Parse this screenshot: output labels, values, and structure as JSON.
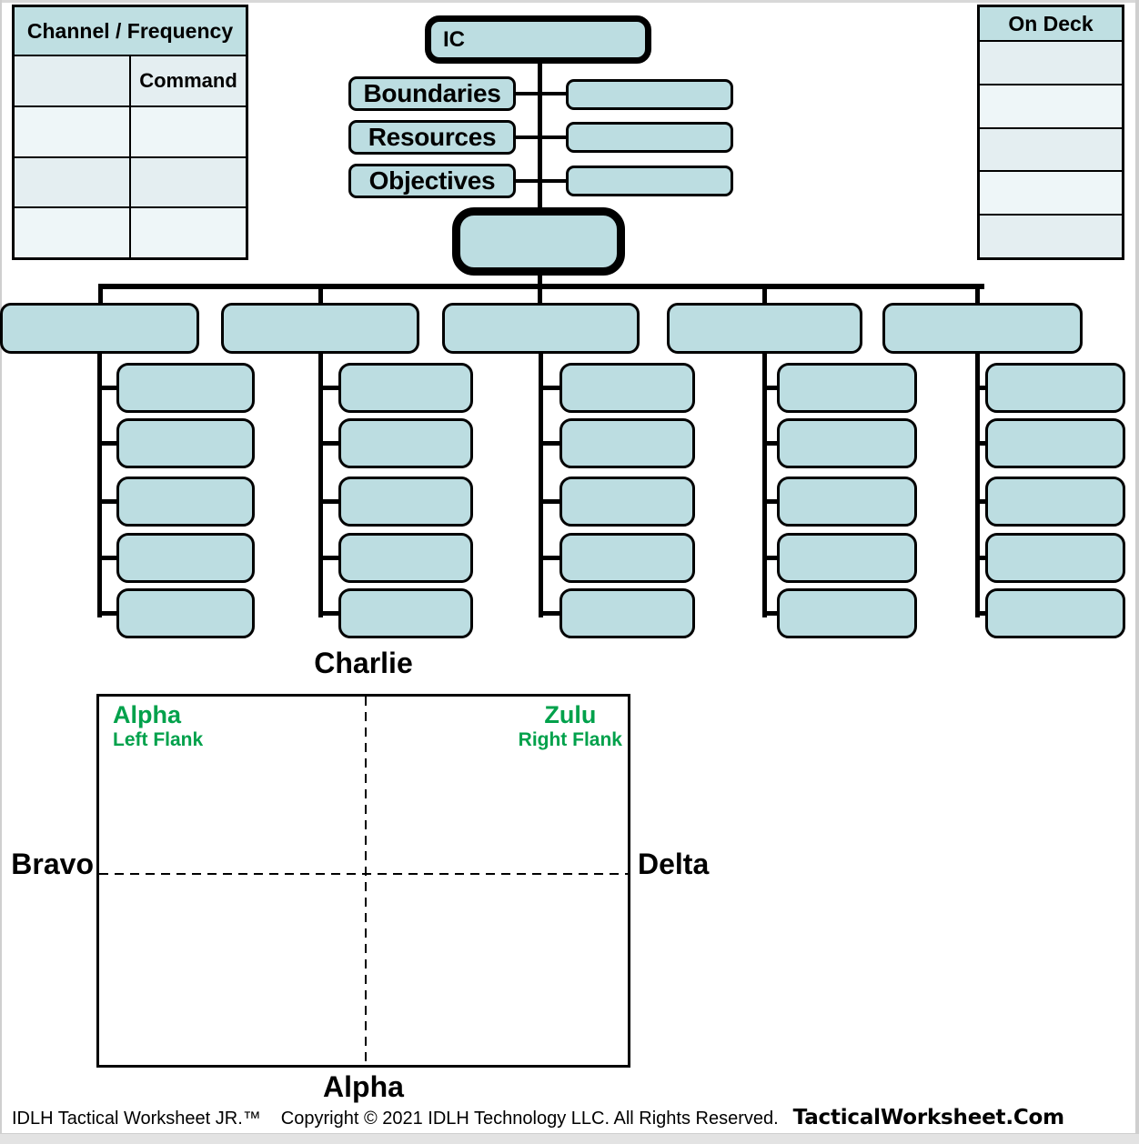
{
  "channel_table": {
    "title": "Channel / Frequency",
    "rows": [
      [
        "",
        "Command"
      ],
      [
        "",
        ""
      ],
      [
        "",
        ""
      ],
      [
        "",
        ""
      ]
    ]
  },
  "on_deck": {
    "title": "On Deck",
    "rows": [
      "",
      "",
      "",
      "",
      ""
    ]
  },
  "command_panel": {
    "ic_label": "IC",
    "left_labels": [
      "Boundaries",
      "Resources",
      "Objectives"
    ],
    "fields": [
      "",
      "",
      ""
    ],
    "assignment_box": ""
  },
  "org_chart": {
    "divisions": [
      {
        "label": "",
        "children": [
          "",
          "",
          "",
          "",
          ""
        ]
      },
      {
        "label": "",
        "children": [
          "",
          "",
          "",
          "",
          ""
        ]
      },
      {
        "label": "",
        "children": [
          "",
          "",
          "",
          "",
          ""
        ]
      },
      {
        "label": "",
        "children": [
          "",
          "",
          "",
          "",
          ""
        ]
      },
      {
        "label": "",
        "children": [
          "",
          "",
          "",
          "",
          ""
        ]
      }
    ]
  },
  "quadrant": {
    "top_label": "Charlie",
    "left_label": "Bravo",
    "right_label": "Delta",
    "bottom_label": "Alpha",
    "sectors": {
      "top_left": {
        "name": "Alpha",
        "subtitle": "Left Flank"
      },
      "top_right": {
        "name": "Zulu",
        "subtitle": "Right Flank"
      }
    }
  },
  "footer": {
    "product": "IDLH Tactical Worksheet JR.™",
    "copyright": "Copyright © 2021 IDLH Technology LLC. All Rights Reserved.",
    "brand": "TacticalWorksheet.Com"
  },
  "colors": {
    "box_fill": "#bcdde1",
    "table_header_fill": "#bfdfe2",
    "table_row_dark": "#e4eef1",
    "table_row_light": "#eef6f8",
    "sector_green": "#00a14b"
  }
}
